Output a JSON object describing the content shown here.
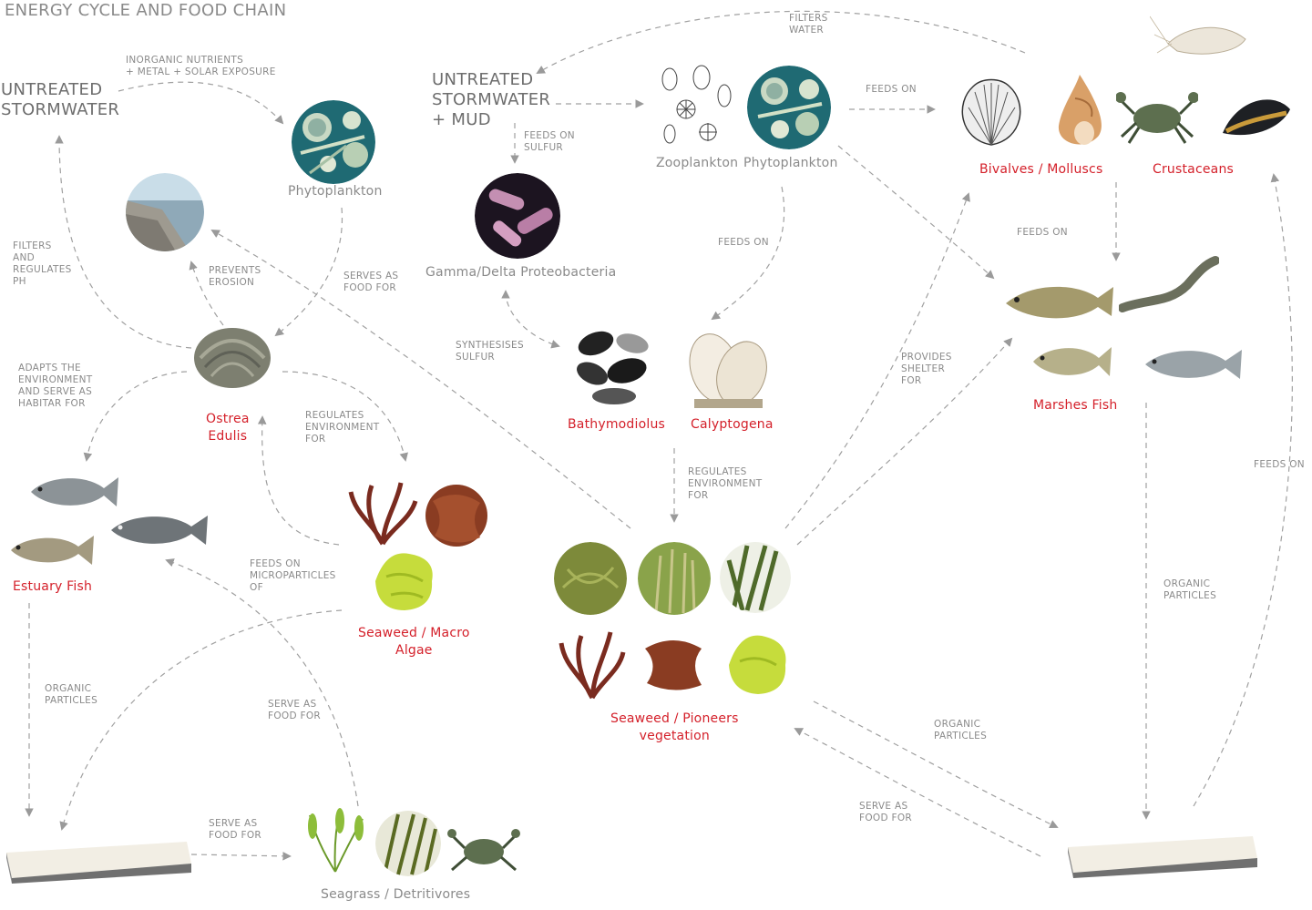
{
  "title": "ENERGY CYCLE AND FOOD CHAIN",
  "sources": {
    "left": [
      "UNTREATED",
      "STORMWATER"
    ],
    "center": [
      "UNTREATED",
      "STORMWATER",
      "+ MUD"
    ]
  },
  "nodes": {
    "phytoplankton_left": "Phytoplankton",
    "zooplankton": "Zooplankton",
    "phytoplankton_center": "Phytoplankton",
    "proteobacteria": "Gamma/Delta Proteobacteria",
    "bivalves": "Bivalves / Molluscs",
    "crustaceans": "Crustaceans",
    "ostrea": [
      "Ostrea",
      "Edulis"
    ],
    "bathymodiolus": "Bathymodiolus",
    "calyptogena": "Calyptogena",
    "marshes_fish": "Marshes Fish",
    "estuary_fish": "Estuary Fish",
    "seaweed_macro": [
      "Seaweed / Macro",
      "Algae"
    ],
    "seaweed_pioneers": [
      "Seaweed / Pioneers",
      "vegetation"
    ],
    "seagrass": "Seagrass / Detritivores"
  },
  "relations": {
    "inorganic": [
      "INORGANIC NUTRIENTS",
      "+ METAL + SOLAR EXPOSURE"
    ],
    "filters_water": [
      "FILTERS",
      "WATER"
    ],
    "feeds_on_top": "FEEDS ON",
    "feeds_on_sulfur": [
      "FEEDS ON",
      "SULFUR"
    ],
    "filters_regulates": [
      "FILTERS",
      "AND",
      "REGULATES",
      "PH"
    ],
    "prevents_erosion": [
      "PREVENTS",
      "EROSION"
    ],
    "serves_as_food": [
      "SERVES AS",
      "FOOD FOR"
    ],
    "feeds_on_mid": "FEEDS ON",
    "feeds_on_right": "FEEDS ON",
    "synthesises": [
      "SYNTHESISES",
      "SULFUR"
    ],
    "adapts": [
      "ADAPTS THE",
      "ENVIRONMENT",
      "AND SERVE AS",
      "HABITAR FOR"
    ],
    "regulates_left": [
      "REGULATES",
      "ENVIRONMENT",
      "FOR"
    ],
    "provides_shelter": [
      "PROVIDES",
      "SHELTER",
      "FOR"
    ],
    "regulates_center": [
      "REGULATES",
      "ENVIRONMENT",
      "FOR"
    ],
    "feeds_on_far_right": "FEEDS ON",
    "feeds_micro": [
      "FEEDS ON",
      "MICROPARTICLEs",
      "OF"
    ],
    "organic_left": [
      "ORGANIC",
      "PARTICLES"
    ],
    "organic_right": [
      "ORGANIC",
      "PARTICLES"
    ],
    "organic_bottom": [
      "ORGANIC",
      "PARTICLES"
    ],
    "serve_as_seagrass": [
      "SERVE AS",
      "FOOD FOR"
    ],
    "serve_as_bottom_left": [
      "SERVE AS",
      "FOOD FOR"
    ],
    "serve_as_bottom_right": [
      "SERVE AS",
      "FOOD FOR"
    ]
  },
  "colors": {
    "accent": "#d4202a",
    "text": "#8a8a8a",
    "arrow": "#9a9a9a"
  }
}
